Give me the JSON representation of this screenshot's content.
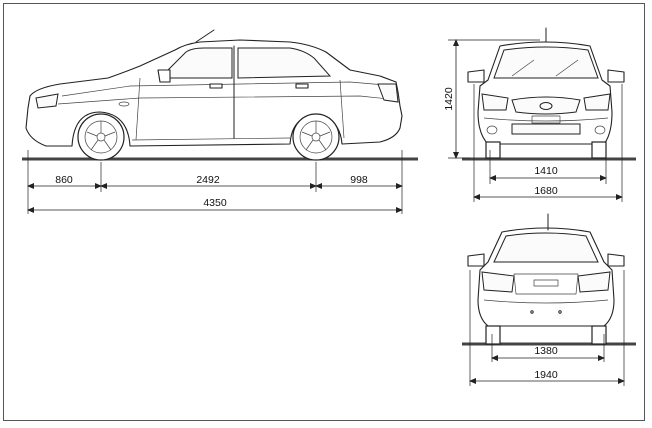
{
  "dimensions": {
    "front_overhang": "860",
    "wheelbase": "2492",
    "rear_overhang": "998",
    "overall_length": "4350",
    "height": "1420",
    "front_track": "1410",
    "overall_width_mirrors": "1680",
    "rear_track": "1380",
    "overall_width_rear": "1940"
  },
  "colors": {
    "line": "#222222",
    "ground": "#444444",
    "background": "#ffffff"
  }
}
